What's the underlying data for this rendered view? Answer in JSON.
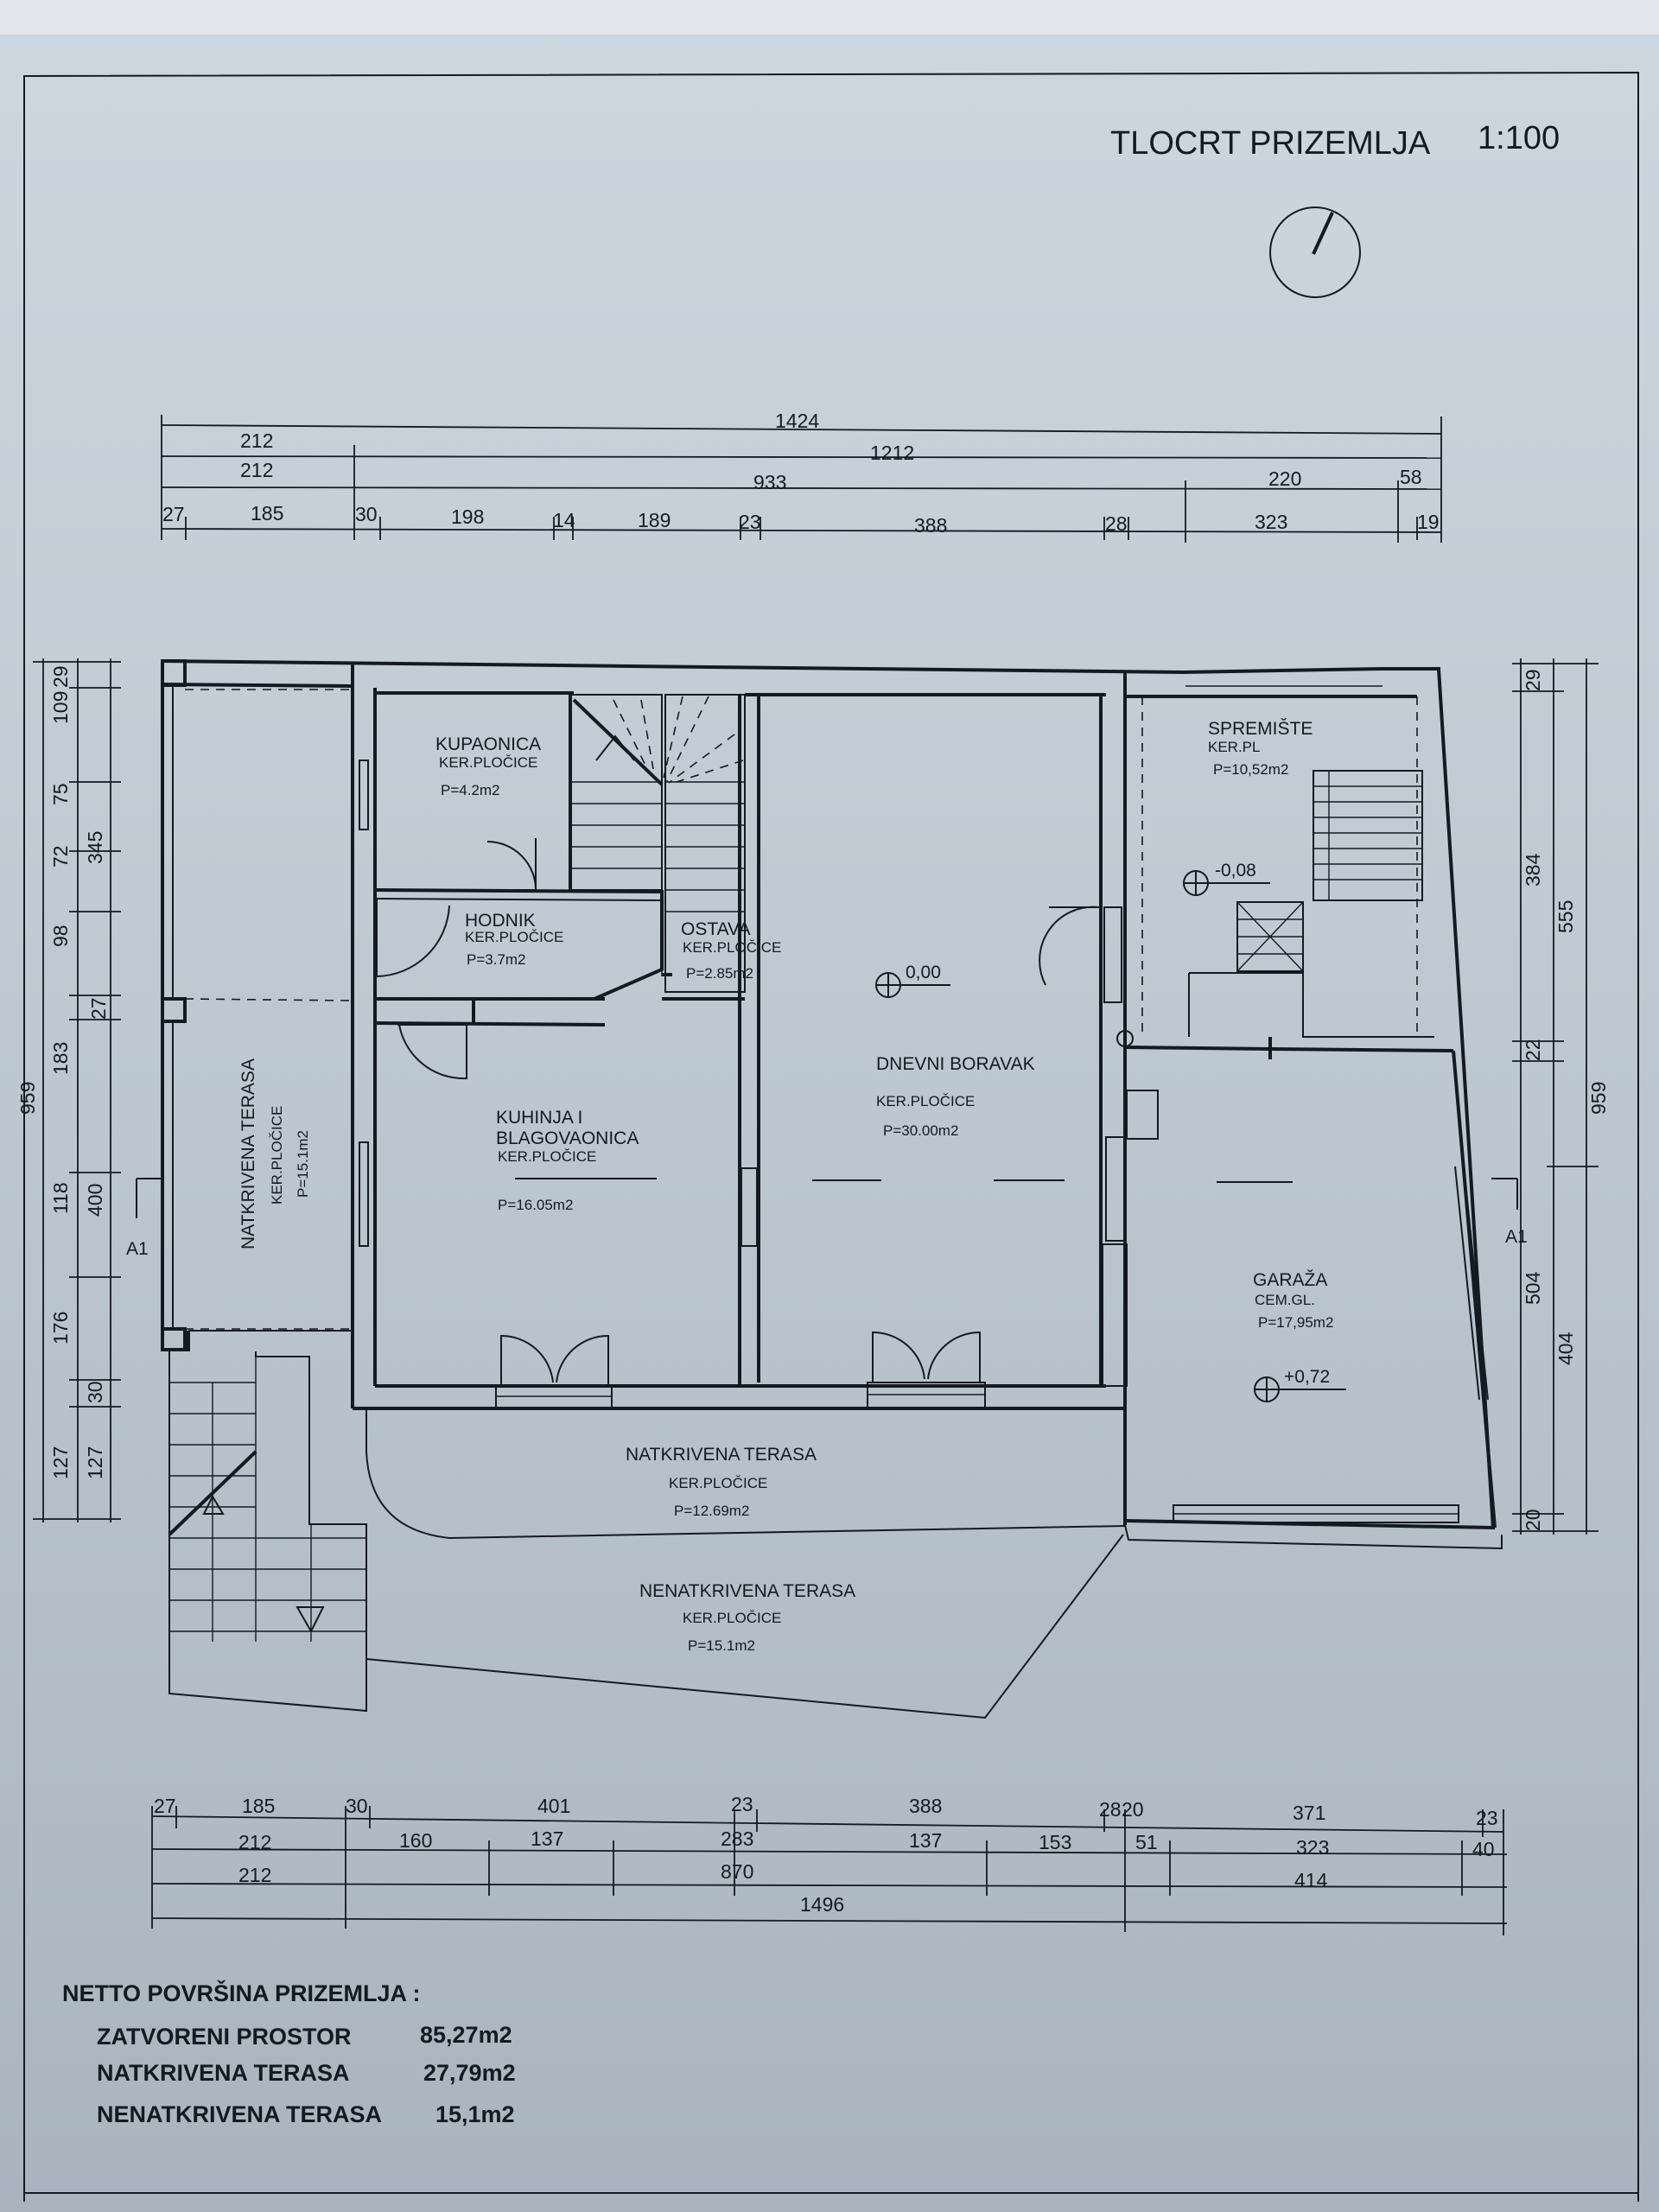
{
  "title": "TLOCRT PRIZEMLJA",
  "scale": "1:100",
  "section_marker": "A1",
  "rooms": [
    {
      "name": "KUPAONICA",
      "finish": "KER.PLOČICE",
      "area": "P=4.2m2"
    },
    {
      "name": "HODNIK",
      "finish": "KER.PLOČICE",
      "area": "P=3.7m2"
    },
    {
      "name": "OSTAVA",
      "finish": "KER.PLOČICE",
      "area": "P=2.85m2"
    },
    {
      "name": "DNEVNI BORAVAK",
      "finish": "KER.PLOČICE",
      "area": "P=30.00m2"
    },
    {
      "name": "SPREMIŠTE",
      "finish": "KER.PL",
      "area": "P=10,52m2"
    },
    {
      "name": "KUHINJA I",
      "name2": "BLAGOVAONICA",
      "finish": "KER.PLOČICE",
      "area": "P=16.05m2"
    },
    {
      "name": "NATKRIVENA TERASA",
      "finish": "KER.PLOČICE",
      "area": "P=15.1m2"
    },
    {
      "name": "GARAŽA",
      "finish": "CEM.GL.",
      "area": "P=17,95m2"
    },
    {
      "name": "NATKRIVENA TERASA",
      "finish": "KER.PLOČICE",
      "area": "P=12.69m2"
    },
    {
      "name": "NENATKRIVENA TERASA",
      "finish": "KER.PLOČICE",
      "area": "P=15.1m2"
    }
  ],
  "levels": [
    "0,00",
    "-0,08",
    "+0,72"
  ],
  "dims_top": {
    "row1": [
      "1424"
    ],
    "row2": [
      "212",
      "1212"
    ],
    "row3": [
      "212",
      "933",
      "220",
      "58"
    ],
    "row4": [
      "27",
      "185",
      "30",
      "198",
      "14",
      "189",
      "23",
      "388",
      "28",
      "323",
      "19"
    ]
  },
  "dims_left": {
    "outer": [
      "959"
    ],
    "mid": [
      "345",
      "400",
      "127"
    ],
    "inner": [
      "29",
      "109",
      "75",
      "72",
      "98",
      "27",
      "183",
      "118",
      "176",
      "30",
      "127"
    ]
  },
  "dims_right": {
    "outer": [
      "959"
    ],
    "mid": [
      "555",
      "404"
    ],
    "inner": [
      "29",
      "384",
      "22",
      "504",
      "20"
    ]
  },
  "dims_bottom": {
    "row1": [
      "27",
      "185",
      "30",
      "401",
      "23",
      "388",
      "28",
      "20",
      "371",
      "23"
    ],
    "row2": [
      "212",
      "160",
      "137",
      "283",
      "137",
      "153",
      "51",
      "323",
      "40"
    ],
    "row3": [
      "212",
      "870",
      "414"
    ],
    "row4": [
      "1496"
    ]
  },
  "summary": {
    "heading": "NETTO POVRŠINA PRIZEMLJA :",
    "rows": [
      {
        "label": "ZATVORENI PROSTOR",
        "value": "85,27m2"
      },
      {
        "label": "NATKRIVENA TERASA",
        "value": "27,79m2"
      },
      {
        "label": "NENATKRIVENA TERASA",
        "value": "15,1m2"
      }
    ]
  }
}
